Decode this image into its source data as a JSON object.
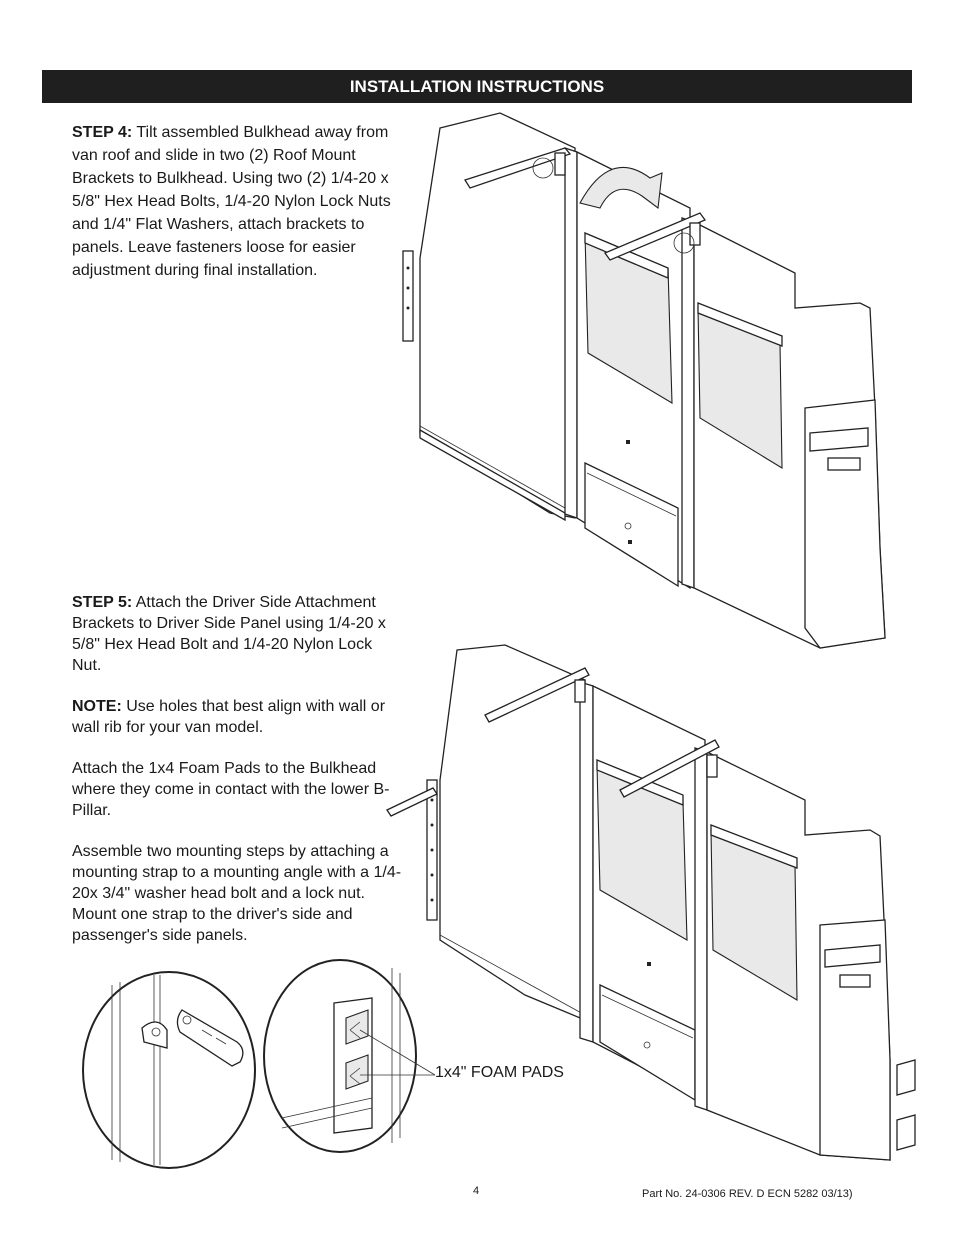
{
  "header": {
    "title": "INSTALLATION INSTRUCTIONS"
  },
  "step4": {
    "label": "STEP 4:",
    "text": " Tilt assembled Bulkhead away from van roof and slide in two (2) Roof Mount Brackets to Bulkhead. Using two (2) 1/4-20 x 5/8\" Hex Head Bolts, 1/4-20 Nylon Lock Nuts and 1/4\" Flat Washers, attach brackets to panels. Leave fasteners loose for easier adjustment during final installation."
  },
  "step5": {
    "label": "STEP 5:",
    "text": " Attach the Driver Side Attachment Brackets to Driver Side Panel using 1/4-20 x 5/8\" Hex Head Bolt and 1/4-20 Nylon Lock Nut.",
    "note_label": "NOTE:",
    "note_text": " Use holes that best align with wall or wall rib for your van model.",
    "foam_text": "Attach the 1x4 Foam Pads to the Bulkhead where they come in contact with the lower B-Pillar.",
    "steps_text": "Assemble two mounting steps by attaching a mounting strap to a mounting angle with a  1/4-20x 3/4\" washer head bolt and a lock nut. Mount one strap to the driver's side and passenger's side panels."
  },
  "callout": {
    "foam_pads": "1x4\" FOAM PADS"
  },
  "footer": {
    "page_number": "4",
    "part_number": "Part No. 24-0306 REV. D ECN 5282 03/13)"
  }
}
